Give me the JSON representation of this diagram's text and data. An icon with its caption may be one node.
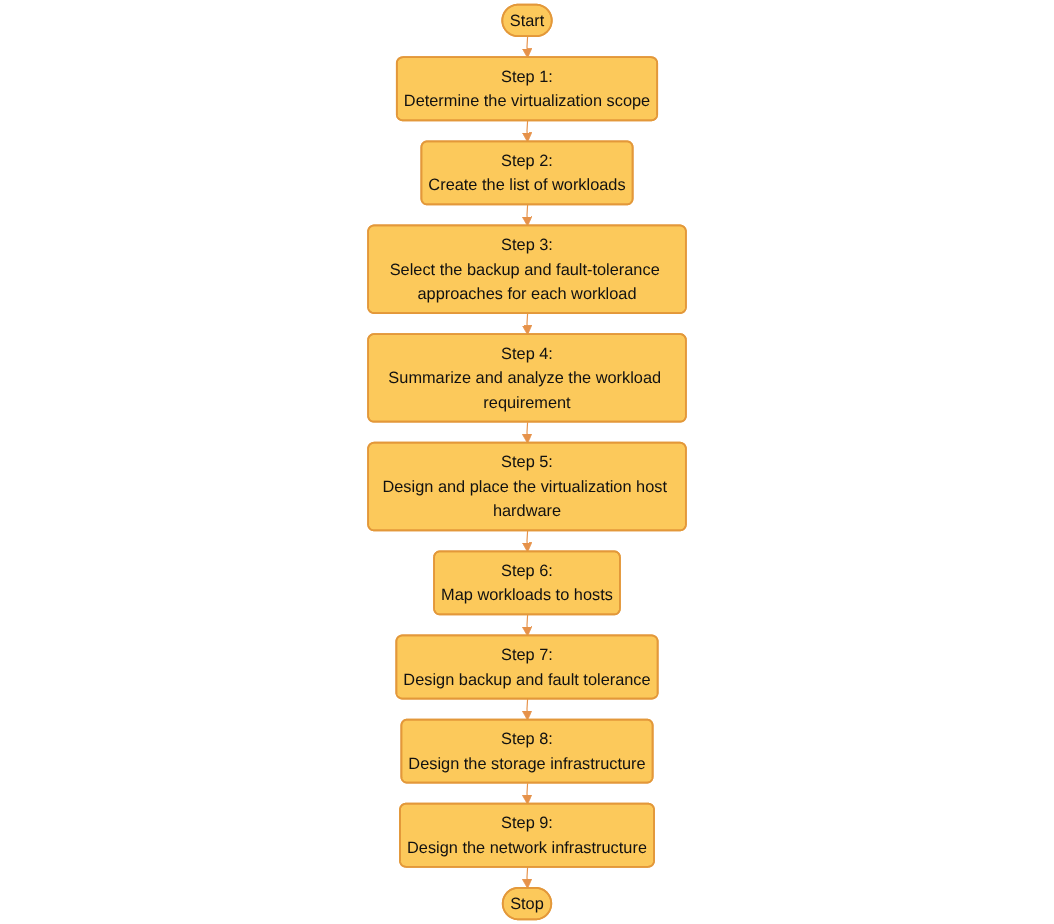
{
  "diagram": {
    "nodes": [
      {
        "text": [
          "Start"
        ]
      },
      {
        "text": [
          "Step 1:",
          "Determine the virtualization scope"
        ]
      },
      {
        "text": [
          "Step 2:",
          "Create the list of workloads"
        ]
      },
      {
        "text": [
          "Step 3:",
          "Select the backup and fault-tolerance approaches for each workload"
        ]
      },
      {
        "text": [
          "Step 4:",
          "Summarize and analyze the workload requirement"
        ]
      },
      {
        "text": [
          "Step 5:",
          "Design and place the virtualization host hardware"
        ]
      },
      {
        "text": [
          "Step 6:",
          "Map workloads to hosts"
        ]
      },
      {
        "text": [
          "Step 7:",
          "Design backup and fault tolerance"
        ]
      },
      {
        "text": [
          "Step 8:",
          "Design the storage infrastructure"
        ]
      },
      {
        "text": [
          "Step 9:",
          "Design the network infrastructure"
        ]
      },
      {
        "text": [
          "Stop"
        ]
      }
    ],
    "edges": [
      {
        "from": 0,
        "to": 1,
        "arrow": "to"
      },
      {
        "from": 1,
        "to": 2,
        "arrow": "to"
      },
      {
        "from": 2,
        "to": 3,
        "arrow": "to"
      },
      {
        "from": 3,
        "to": 4,
        "arrow": "to"
      },
      {
        "from": 4,
        "to": 5,
        "arrow": "to"
      },
      {
        "from": 5,
        "to": 6,
        "arrow": "to"
      },
      {
        "from": 6,
        "to": 7,
        "arrow": "to"
      },
      {
        "from": 7,
        "to": 8,
        "arrow": "to"
      },
      {
        "from": 8,
        "to": 9,
        "arrow": "to"
      },
      {
        "from": 9,
        "to": 10,
        "arrow": "to"
      }
    ]
  }
}
